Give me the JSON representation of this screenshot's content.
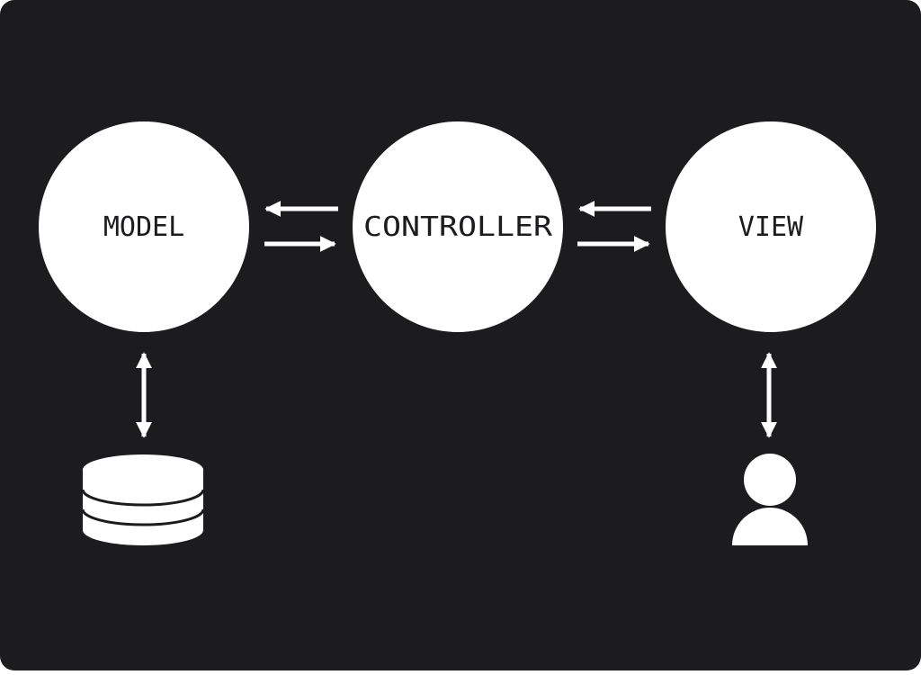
{
  "colors": {
    "background": "#1c1c1e",
    "foreground": "#ffffff",
    "text": "#1c1c1e"
  },
  "nodes": {
    "model": {
      "label": "MODEL"
    },
    "controller": {
      "label": "CONTROLLER"
    },
    "view": {
      "label": "VIEW"
    }
  },
  "icons": {
    "database": "database-icon",
    "user": "user-icon"
  }
}
